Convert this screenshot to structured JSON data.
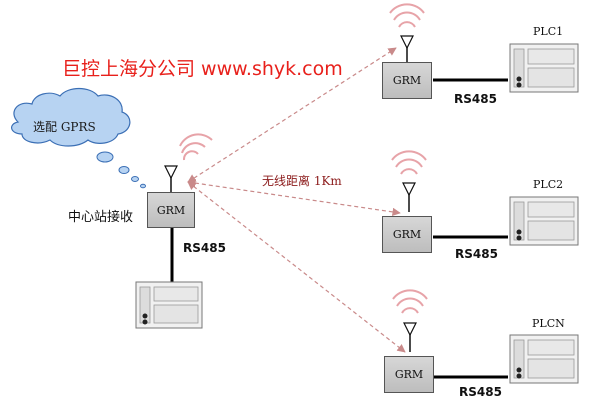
{
  "title": "巨控上海分公司 www.shyk.com",
  "cloud_label": "选配 GPRS",
  "center_station": {
    "label": "中心站接收",
    "device": "GRM",
    "link": "RS485"
  },
  "wireless_distance": "无线距离 1Km",
  "remote_nodes": [
    {
      "device": "GRM",
      "link": "RS485",
      "plc": "PLC1"
    },
    {
      "device": "GRM",
      "link": "RS485",
      "plc": "PLC2"
    },
    {
      "device": "GRM",
      "link": "RS485",
      "plc": "PLCN"
    }
  ],
  "colors": {
    "title": "#e8201b",
    "signal": "#e7a3a8",
    "dashed_link": "#c98a8a",
    "cloud": "#b7d3f2",
    "cloud_stroke": "#3b6fb5"
  }
}
